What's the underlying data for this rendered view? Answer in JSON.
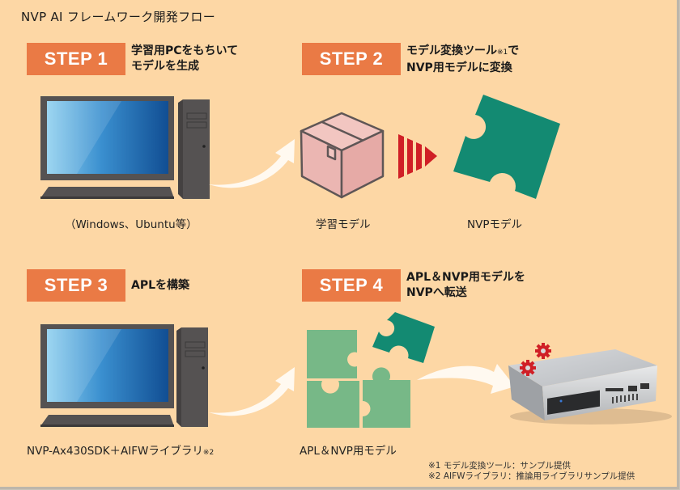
{
  "title": "NVP AI フレームワーク開発フロー",
  "colors": {
    "background": "#fdd7a5",
    "step_badge": "#ea7a45",
    "teal_piece": "#138a72",
    "light_green_piece": "#77b887",
    "box_fill": "#ebb6b2",
    "arrow_red": "#d01f26"
  },
  "steps": [
    {
      "badge": "STEP 1",
      "desc_line1": "学習用PCをもちいて",
      "desc_line2": "モデルを生成"
    },
    {
      "badge": "STEP 2",
      "desc_line1_pre": "モデル変換ツール",
      "desc_line1_note": "※1",
      "desc_line1_post": "で",
      "desc_line2": "NVP用モデルに変換"
    },
    {
      "badge": "STEP 3",
      "desc_line1": "APLを構築"
    },
    {
      "badge": "STEP 4",
      "desc_line1": "APL＆NVP用モデルを",
      "desc_line2": "NVPへ転送"
    }
  ],
  "captions": {
    "pc1": "（Windows、Ubuntu等）",
    "learned_model": "学習モデル",
    "nvp_model": "NVPモデル",
    "pc2": "NVP-Ax430SDK＋AIFWライブラリ",
    "pc2_note": "※2",
    "apl_nvp_model": "APL＆NVP用モデル"
  },
  "footnotes": [
    "※1 モデル変換ツール：サンプル提供",
    "※2 AIFWライブラリ：推論用ライブラリサンプル提供"
  ]
}
